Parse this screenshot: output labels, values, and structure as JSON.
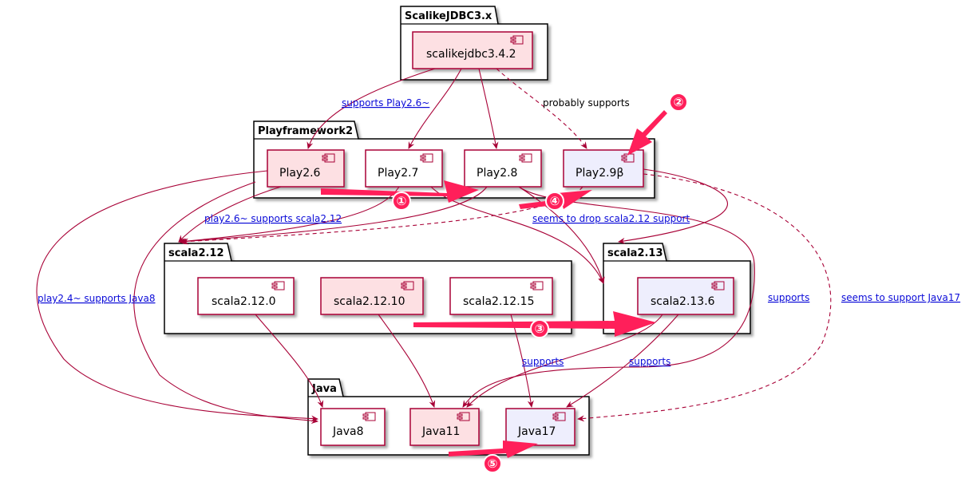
{
  "packages": {
    "scalikejdbc": {
      "title": "ScalikeJDBC3.x"
    },
    "playframework": {
      "title": "Playframework2"
    },
    "scala212": {
      "title": "scala2.12"
    },
    "scala213": {
      "title": "scala2.13"
    },
    "java": {
      "title": "Java"
    }
  },
  "components": {
    "scalikejdbc342": {
      "label": "scalikejdbc3.4.2",
      "fill": "#fde0e3"
    },
    "play26": {
      "label": "Play2.6",
      "fill": "#fde0e3"
    },
    "play27": {
      "label": "Play2.7",
      "fill": "#ffffff"
    },
    "play28": {
      "label": "Play2.8",
      "fill": "#ffffff"
    },
    "play29b": {
      "label": "Play2.9β",
      "fill": "#eeeefd"
    },
    "scala2120": {
      "label": "scala2.12.0",
      "fill": "#ffffff"
    },
    "scala21210": {
      "label": "scala2.12.10",
      "fill": "#fde0e3"
    },
    "scala21215": {
      "label": "scala2.12.15",
      "fill": "#ffffff"
    },
    "scala2136": {
      "label": "scala2.13.6",
      "fill": "#eeeefd"
    },
    "java8": {
      "label": "Java8",
      "fill": "#ffffff"
    },
    "java11": {
      "label": "Java11",
      "fill": "#fde0e3"
    },
    "java17": {
      "label": "Java17",
      "fill": "#eeeefd"
    }
  },
  "edge_labels": {
    "supports_play26": "supports Play2.6~",
    "probably_supports": "probably supports",
    "play26_supports_scala212": "play2.6~ supports scala2.12",
    "seems_to_drop_scala212": "seems to drop scala2.12 support",
    "play24_supports_java8": "play2.4~ supports Java8",
    "supports_right": "supports",
    "seems_to_support_java17": "seems to support Java17",
    "supports_mid_left": "supports",
    "supports_mid_right": "supports"
  },
  "markers": [
    "①",
    "②",
    "③",
    "④",
    "⑤"
  ],
  "colors": {
    "border": "#a80036",
    "arrow_highlight": "#ff1f5a",
    "link": "#0b0bd8",
    "pink_fill": "#fde0e3",
    "lavender_fill": "#eeeefd"
  }
}
